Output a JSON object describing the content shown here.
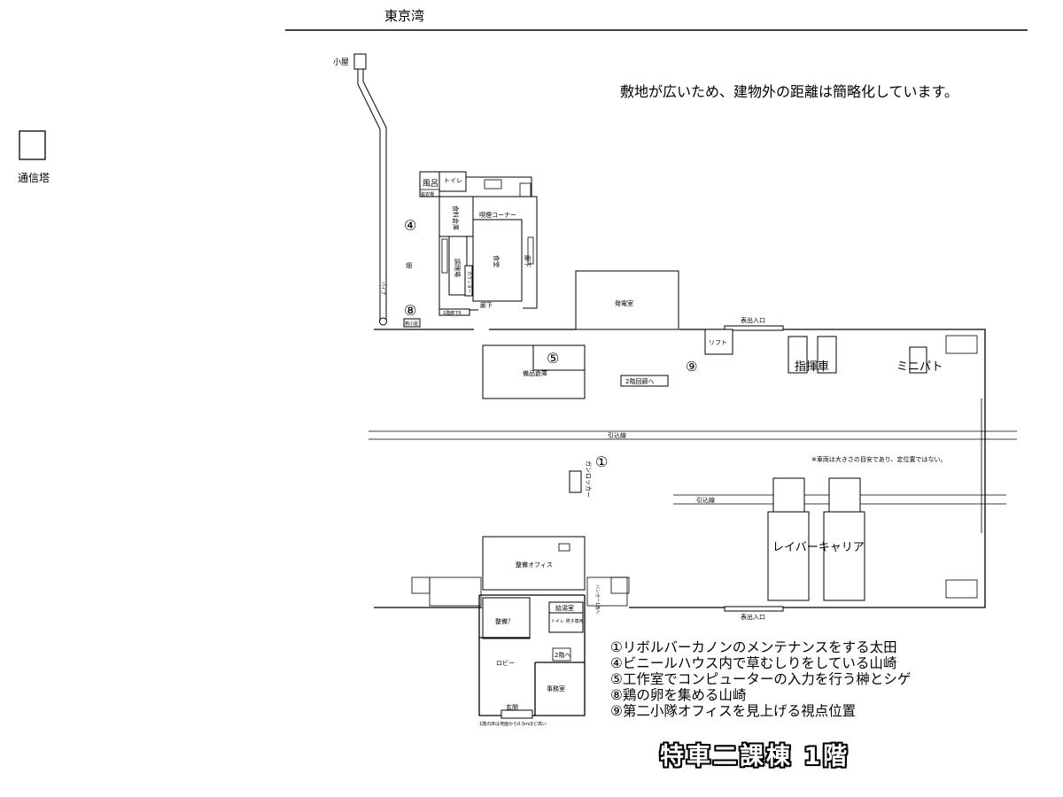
{
  "header": {
    "bay_label": "東京湾",
    "note": "敷地が広いため、建物外の距離は簡略化しています。"
  },
  "tower": {
    "label": "通信塔",
    "icon": "square-outline-icon"
  },
  "outside": {
    "hut_label": "小屋",
    "pipe_label": "パイプ",
    "field_label": "畑",
    "chicken_label": "鶏小屋"
  },
  "kitchen_block": {
    "bath": "風呂",
    "dressing": "脱衣場",
    "toilet": "トイレ",
    "food_storage": "食料倉庫",
    "smoking": "喫煙コーナー",
    "kitchen": "調理場",
    "dining": "食堂",
    "counter": "カウンター",
    "corridor_side": "廊下",
    "corridor_bottom": "廊下",
    "to_2f": "1階廊下Ⅱ"
  },
  "main_building": {
    "generator": "発電室",
    "front_entrance_top": "表出入口",
    "front_entrance_bottom": "表出入口",
    "lift": "リフト",
    "storage": "備品倉庫",
    "to_2f_corridor": "2階回廊へ",
    "command_vehicle": "指揮車",
    "mini_patrol": "ミニパト",
    "track1": "引込線",
    "track2": "引込線",
    "vehicle_note": "※車両は大きさの目安であり、定位置ではない。",
    "gun_locker": "ガンロッカー",
    "labor_carrier": "レイバーキャリア"
  },
  "office_block": {
    "maintenance_office": "整備オフィス",
    "maintenance_q": "整備？",
    "kettle_room": "給湯室",
    "toilet_men": "トイレ\n男子専用",
    "to_2f": "2階へ",
    "lobby": "ロビー",
    "office": "事務室",
    "entrance": "玄関",
    "floor_note": "1階の床は地面から0.5mほど高い",
    "hangar_note": "ハンガー1階へ"
  },
  "markers": {
    "m1": "①",
    "m4": "④",
    "m5": "⑤",
    "m8": "⑧",
    "m9": "⑨"
  },
  "legend": [
    "①リボルバーカノンのメンテナンスをする太田",
    "④ビニールハウス内で草むしりをしている山崎",
    "⑤工作室でコンピューターの入力を行う榊とシゲ",
    "⑧鶏の卵を集める山崎",
    "⑨第二小隊オフィスを見上げる視点位置"
  ],
  "title": "特車二課棟 1階"
}
